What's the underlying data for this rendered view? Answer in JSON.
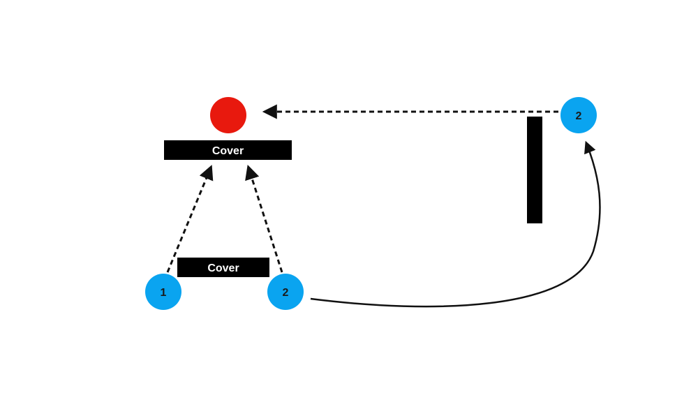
{
  "colors": {
    "background": "#ffffff",
    "target": "#e8190e",
    "player": "#0aa4f0",
    "cover": "#000000",
    "arrow": "#111111",
    "cover_text": "#ffffff"
  },
  "diagram": {
    "target": {
      "type": "circle"
    },
    "covers": [
      {
        "label": "Cover",
        "text_visible": true
      },
      {
        "label": "Cover",
        "text_visible": true
      },
      {
        "label": "",
        "text_visible": false
      }
    ],
    "players": [
      {
        "label": "1"
      },
      {
        "label": "2"
      },
      {
        "label": "2"
      }
    ],
    "arrows": [
      {
        "from": "player 1",
        "to": "upper cover",
        "style": "dashed"
      },
      {
        "from": "player 2",
        "to": "upper cover",
        "style": "dashed"
      },
      {
        "from": "player 2",
        "to": "player 2 (repositioned)",
        "style": "solid-curve"
      },
      {
        "from": "player 2 (repositioned)",
        "to": "target",
        "style": "dashed"
      }
    ]
  }
}
